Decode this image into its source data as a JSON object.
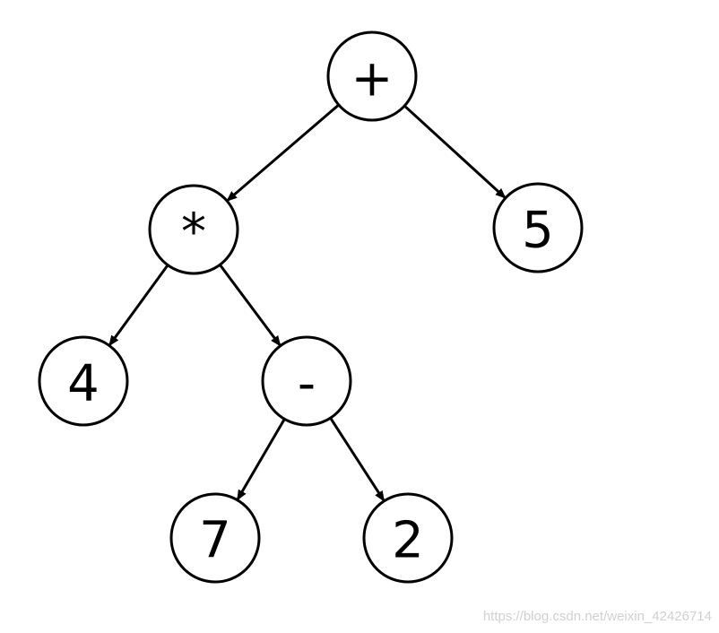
{
  "tree": {
    "nodes": [
      {
        "id": "root",
        "label": "+"
      },
      {
        "id": "mul",
        "label": "*"
      },
      {
        "id": "five",
        "label": "5"
      },
      {
        "id": "four",
        "label": "4"
      },
      {
        "id": "minus",
        "label": "-"
      },
      {
        "id": "seven",
        "label": "7"
      },
      {
        "id": "two",
        "label": "2"
      }
    ],
    "edges": [
      {
        "from": "root",
        "to": "mul"
      },
      {
        "from": "root",
        "to": "five"
      },
      {
        "from": "mul",
        "to": "four"
      },
      {
        "from": "mul",
        "to": "minus"
      },
      {
        "from": "minus",
        "to": "seven"
      },
      {
        "from": "minus",
        "to": "two"
      }
    ]
  },
  "watermark": "https://blog.csdn.net/weixin_42426714"
}
